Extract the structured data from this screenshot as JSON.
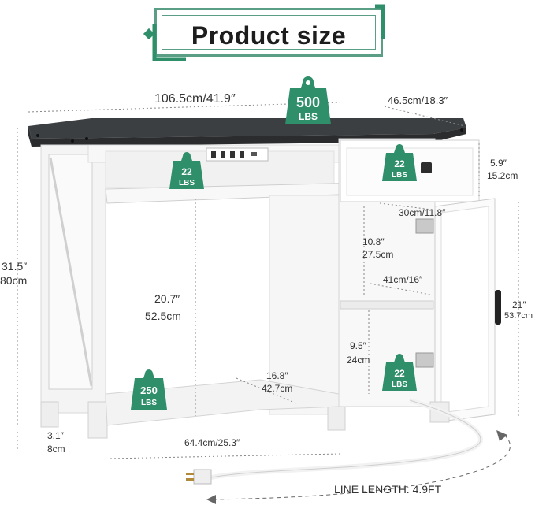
{
  "title": "Product size",
  "dimensions": {
    "width_top": "106.5cm/41.9″",
    "depth_top": "46.5cm/18.3″",
    "height_in": "31.5″",
    "height_cm": "80cm",
    "drawer_h_in": "5.9″",
    "drawer_h_cm": "15.2cm",
    "cabinet_w": "30cm/11.8″",
    "upper_shelf_in": "10.8″",
    "upper_shelf_cm": "27.5cm",
    "shelf_depth": "41cm/16″",
    "door_h_in": "21″",
    "door_h_cm": "53.7cm",
    "lower_shelf_in": "9.5″",
    "lower_shelf_cm": "24cm",
    "open_h_in": "20.7″",
    "open_h_cm": "52.5cm",
    "bottom_depth_in": "16.8″",
    "bottom_depth_cm": "42.7cm",
    "bottom_width": "64.4cm/25.3″",
    "leg_in": "3.1″",
    "leg_cm": "8cm",
    "line_length": "LINE LENGTH: 4.9FT"
  },
  "badges": {
    "top": {
      "value": "500",
      "unit": "LBS"
    },
    "keyboard": {
      "value": "22",
      "unit": "LBS"
    },
    "drawer": {
      "value": "22",
      "unit": "LBS"
    },
    "cabinet_shelf": {
      "value": "22",
      "unit": "LBS"
    },
    "bottom": {
      "value": "250",
      "unit": "LBS"
    }
  },
  "colors": {
    "accent": "#2f8f6b",
    "frame": "#5a9e86",
    "top": "#3c3f42",
    "cabinet": "#ffffff"
  }
}
